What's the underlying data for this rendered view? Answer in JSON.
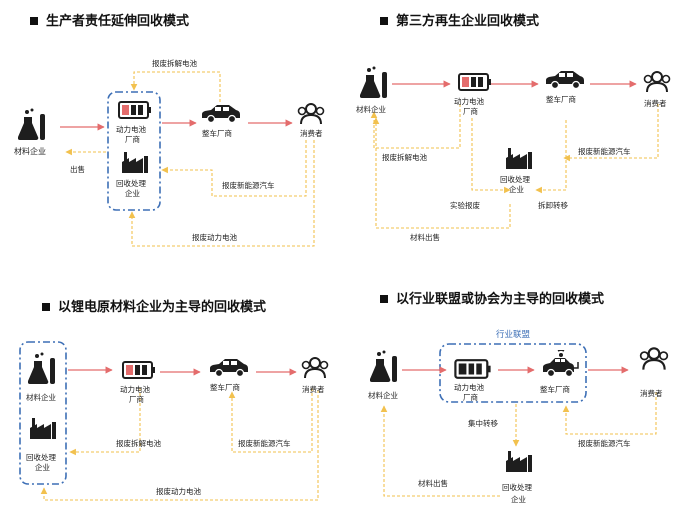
{
  "colors": {
    "red_arrow": "#e46c6c",
    "yellow_dash": "#f2c14e",
    "box_dash": "#3d6fb6",
    "icon_dark": "#1e1e1e"
  },
  "panels": {
    "p1": {
      "title": "生产者责任延伸回收模式",
      "nodes": {
        "material": "材料企业",
        "battery": "动力电池厂商",
        "battery_l1": "动力电池",
        "battery_l2": "厂商",
        "vehicle": "整车厂商",
        "consumer": "消费者",
        "recycler_l1": "回收处理",
        "recycler_l2": "企业"
      },
      "flows": {
        "dismantle": "报废拆解电池",
        "sell": "出售",
        "scrap_ev": "报废新能源汽车",
        "scrap_battery": "报废动力电池"
      }
    },
    "p2": {
      "title": "第三方再生企业回收模式",
      "nodes": {
        "material": "材料企业",
        "battery_l1": "动力电池",
        "battery_l2": "厂商",
        "vehicle": "整车厂商",
        "consumer": "消费者",
        "recycler_l1": "回收处理",
        "recycler_l2": "企业"
      },
      "flows": {
        "dismantle": "报废拆解电池",
        "scrap_ev": "报废新能源汽车",
        "test_scrap": "实验报废",
        "disassemble": "拆卸转移",
        "material_sale": "材料出售"
      }
    },
    "p3": {
      "title": "以锂电原材料企业为主导的回收模式",
      "nodes": {
        "material": "材料企业",
        "battery_l1": "动力电池",
        "battery_l2": "厂商",
        "vehicle": "整车厂商",
        "consumer": "消费者",
        "recycler_l1": "回收处理",
        "recycler_l2": "企业"
      },
      "flows": {
        "dismantle": "报废拆解电池",
        "scrap_ev": "报废新能源汽车",
        "scrap_battery": "报废动力电池"
      }
    },
    "p4": {
      "title": "以行业联盟或协会为主导的回收模式",
      "alliance": "行业联盟",
      "nodes": {
        "material": "材料企业",
        "battery_l1": "动力电池",
        "battery_l2": "厂商",
        "vehicle": "整车厂商",
        "consumer": "消费者",
        "recycler_l1": "回收处理",
        "recycler_l2": "企业"
      },
      "flows": {
        "central": "集中转移",
        "scrap_ev": "报废新能源汽车",
        "material_sale": "材料出售"
      }
    }
  }
}
